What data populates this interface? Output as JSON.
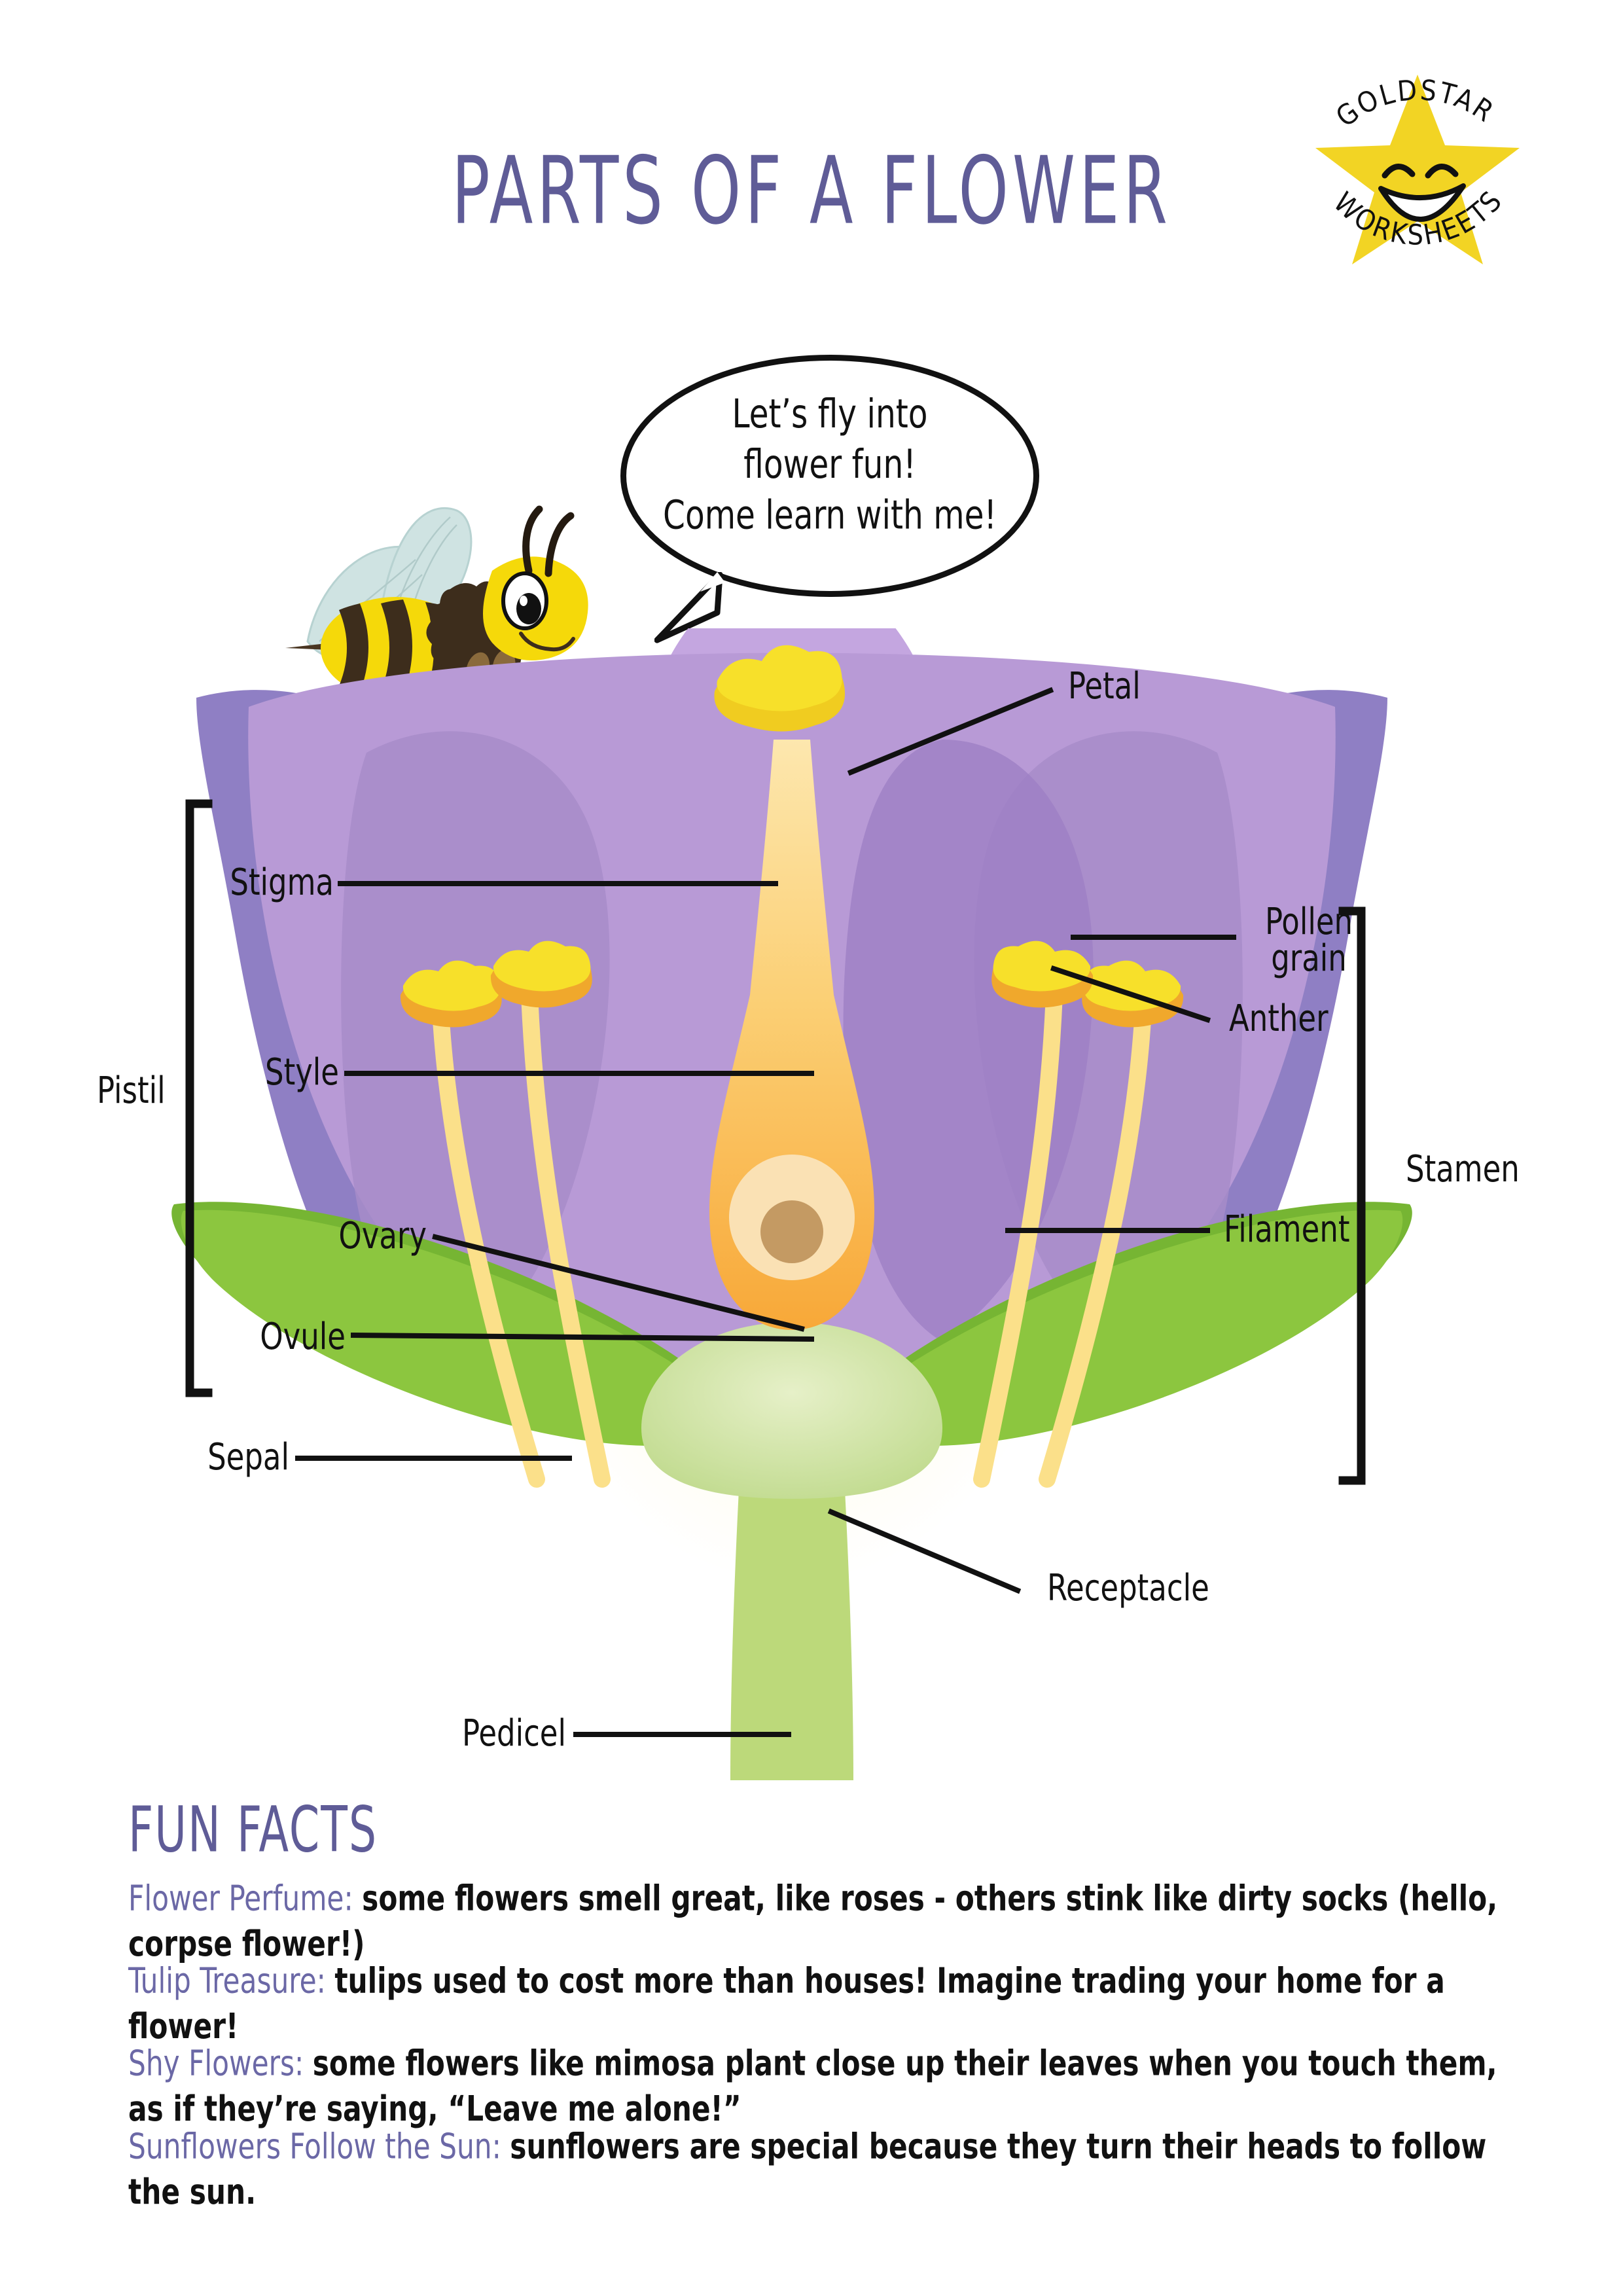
{
  "page": {
    "title": "PARTS OF A FLOWER",
    "background_color": "#ffffff",
    "title_color": "#5f5c97"
  },
  "logo": {
    "top_text": "GOLDSTAR",
    "bottom_text": "WORKSHEETS",
    "star_color": "#f2d424",
    "text_color": "#111111",
    "icon": "smiling-star-icon"
  },
  "mascot": {
    "icon": "bee-icon",
    "speech_lines": [
      "Let’s fly into",
      "flower fun!",
      "Come learn with me!"
    ]
  },
  "diagram": {
    "labels": {
      "petal": "Petal",
      "stigma": "Stigma",
      "style": "Style",
      "ovary": "Ovary",
      "ovule": "Ovule",
      "sepal": "Sepal",
      "receptacle": "Receptacle",
      "pedicel": "Pedicel",
      "pollen_grain_line1": "Pollen",
      "pollen_grain_line2": "grain",
      "anther": "Anther",
      "filament": "Filament"
    },
    "groups": {
      "pistil": "Pistil",
      "stamen": "Stamen"
    },
    "colors": {
      "petal_front": "#b89ad6",
      "petal_back": "#8f7fc4",
      "petal_top": "#c4a6e0",
      "sepal": "#8cc63f",
      "sepal_dark": "#76b533",
      "stem": "#bcd97a",
      "receptacle": "#cfe3a6",
      "stigma": "#f7e02a",
      "style": "#fbd78a",
      "ovary": "#f8a838",
      "ovule": "#c49a63",
      "anther": "#f5cf2a",
      "filament": "#fbe08a",
      "leader_line": "#111111"
    }
  },
  "fun_facts": {
    "heading": "FUN FACTS",
    "items": [
      {
        "key": "Flower Perfume:",
        "value": "some flowers smell great, like roses - others stink like dirty socks (hello, corpse flower!)"
      },
      {
        "key": "Tulip Treasure:",
        "value": "tulips used to cost more than houses! Imagine trading your home for a flower!"
      },
      {
        "key": "Shy Flowers:",
        "value": "some flowers like mimosa plant close up their leaves when you touch them, as if they’re saying, “Leave me alone!”"
      },
      {
        "key": "Sunflowers Follow the Sun:",
        "value": "sunflowers are special because they turn their heads to follow the sun."
      }
    ]
  }
}
